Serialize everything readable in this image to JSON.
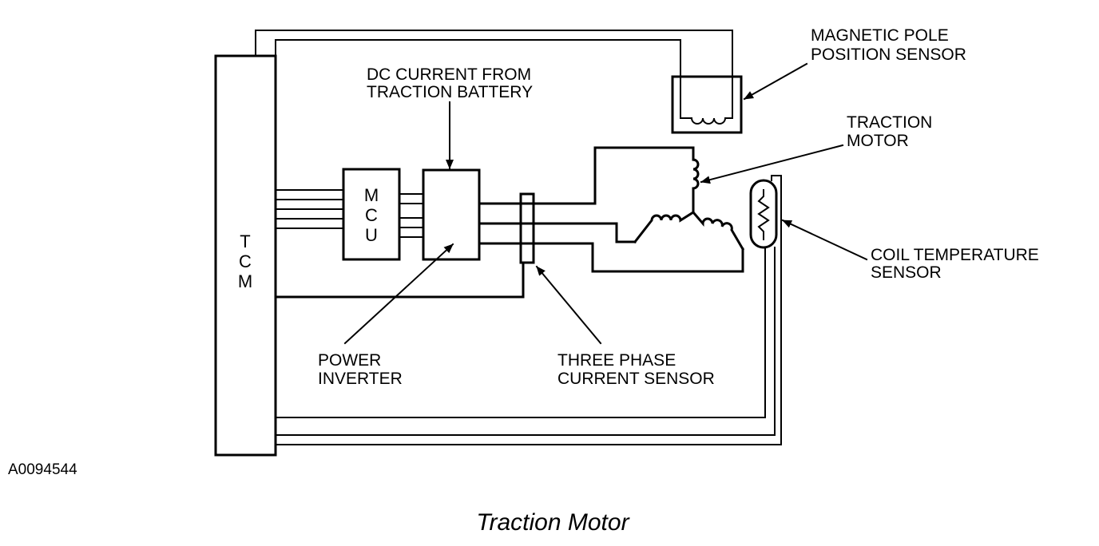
{
  "diagram": {
    "caption": "Traction Motor",
    "figure_id": "A0094544",
    "blocks": {
      "tcm": [
        "T",
        "C",
        "M"
      ],
      "mcu": [
        "M",
        "C",
        "U"
      ]
    },
    "labels": {
      "dc_current": [
        "DC CURRENT FROM",
        "TRACTION BATTERY"
      ],
      "magnetic_pole": [
        "MAGNETIC POLE",
        "POSITION SENSOR"
      ],
      "traction_motor": [
        "TRACTION",
        "MOTOR"
      ],
      "coil_temp": [
        "COIL TEMPERATURE",
        "SENSOR"
      ],
      "power_inverter": [
        "POWER",
        "INVERTER"
      ],
      "current_sensor": [
        "THREE PHASE",
        "CURRENT SENSOR"
      ]
    }
  }
}
